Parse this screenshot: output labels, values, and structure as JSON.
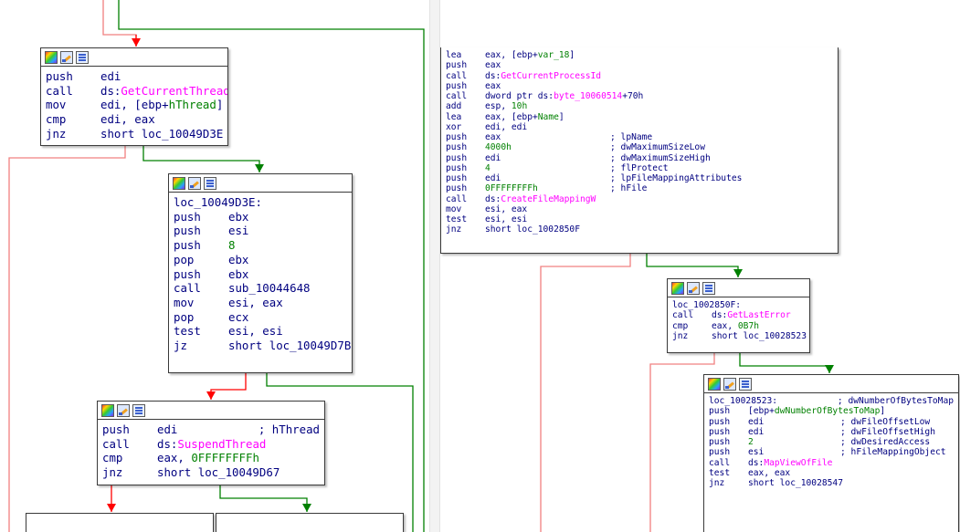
{
  "colors": {
    "edge_true": "#008000",
    "edge_false": "#ff0000",
    "edge_jump": "#008000",
    "edge_red_light": "#f08080",
    "import_name": "#ff00ff",
    "text": "#000080"
  },
  "header_icons": [
    "color-palette-icon",
    "edit-node-icon",
    "graph-overview-icon"
  ],
  "left_pane": {
    "blocks": [
      {
        "id": "blk_get_current_thread",
        "rows": [
          {
            "mn": "push",
            "op": [
              {
                "t": "edi"
              }
            ]
          },
          {
            "mn": "call",
            "op": [
              {
                "t": "ds:"
              },
              {
                "t": "GetCurrentThread",
                "c": "imp"
              }
            ]
          },
          {
            "mn": "mov",
            "op": [
              {
                "t": "edi, [ebp+"
              },
              {
                "t": "hThread",
                "c": "var"
              },
              {
                "t": "]"
              }
            ]
          },
          {
            "mn": "cmp",
            "op": [
              {
                "t": "edi, eax"
              }
            ]
          },
          {
            "mn": "jnz",
            "op": [
              {
                "t": "short loc_10049D3E"
              }
            ]
          }
        ]
      },
      {
        "id": "blk_loc_10049D3E",
        "label": "loc_10049D3E:",
        "rows": [
          {
            "mn": "push",
            "op": [
              {
                "t": "ebx"
              }
            ]
          },
          {
            "mn": "push",
            "op": [
              {
                "t": "esi"
              }
            ]
          },
          {
            "mn": "push",
            "op": [
              {
                "t": "8",
                "c": "num"
              }
            ]
          },
          {
            "mn": "pop",
            "op": [
              {
                "t": "ebx"
              }
            ]
          },
          {
            "mn": "push",
            "op": [
              {
                "t": "ebx"
              }
            ]
          },
          {
            "mn": "call",
            "op": [
              {
                "t": "sub_10044648"
              }
            ]
          },
          {
            "mn": "mov",
            "op": [
              {
                "t": "esi, eax"
              }
            ]
          },
          {
            "mn": "pop",
            "op": [
              {
                "t": "ecx"
              }
            ]
          },
          {
            "mn": "test",
            "op": [
              {
                "t": "esi, esi"
              }
            ]
          },
          {
            "mn": "jz",
            "op": [
              {
                "t": "short loc_10049D7B"
              }
            ]
          }
        ]
      },
      {
        "id": "blk_suspend_thread",
        "rows": [
          {
            "mn": "push",
            "op": [
              {
                "t": "edi"
              }
            ],
            "cm": "; hThread"
          },
          {
            "mn": "call",
            "op": [
              {
                "t": "ds:"
              },
              {
                "t": "SuspendThread",
                "c": "imp"
              }
            ]
          },
          {
            "mn": "cmp",
            "op": [
              {
                "t": "eax, "
              },
              {
                "t": "0FFFFFFFFh",
                "c": "num"
              }
            ]
          },
          {
            "mn": "jnz",
            "op": [
              {
                "t": "short loc_10049D67"
              }
            ]
          }
        ]
      }
    ]
  },
  "right_pane": {
    "blocks": [
      {
        "id": "blk_create_file_mapping",
        "rows": [
          {
            "mn": "lea",
            "op": [
              {
                "t": "eax, [ebp+"
              },
              {
                "t": "var_18",
                "c": "var"
              },
              {
                "t": "]"
              }
            ]
          },
          {
            "mn": "push",
            "op": [
              {
                "t": "eax"
              }
            ]
          },
          {
            "mn": "call",
            "op": [
              {
                "t": "ds:"
              },
              {
                "t": "GetCurrentProcessId",
                "c": "imp"
              }
            ]
          },
          {
            "mn": "push",
            "op": [
              {
                "t": "eax"
              }
            ]
          },
          {
            "mn": "call",
            "op": [
              {
                "t": "dword ptr ds:"
              },
              {
                "t": "byte_10060514",
                "c": "imp"
              },
              {
                "t": "+70h"
              }
            ]
          },
          {
            "mn": "add",
            "op": [
              {
                "t": "esp, "
              },
              {
                "t": "10h",
                "c": "num"
              }
            ]
          },
          {
            "mn": "lea",
            "op": [
              {
                "t": "eax, [ebp+"
              },
              {
                "t": "Name",
                "c": "var"
              },
              {
                "t": "]"
              }
            ]
          },
          {
            "mn": "xor",
            "op": [
              {
                "t": "edi, edi"
              }
            ]
          },
          {
            "mn": "push",
            "op": [
              {
                "t": "eax"
              }
            ],
            "cm": "; lpName"
          },
          {
            "mn": "push",
            "op": [
              {
                "t": "4000h",
                "c": "num"
              }
            ],
            "cm": "; dwMaximumSizeLow"
          },
          {
            "mn": "push",
            "op": [
              {
                "t": "edi"
              }
            ],
            "cm": "; dwMaximumSizeHigh"
          },
          {
            "mn": "push",
            "op": [
              {
                "t": "4",
                "c": "num"
              }
            ],
            "cm": "; flProtect"
          },
          {
            "mn": "push",
            "op": [
              {
                "t": "edi"
              }
            ],
            "cm": "; lpFileMappingAttributes"
          },
          {
            "mn": "push",
            "op": [
              {
                "t": "0FFFFFFFFh",
                "c": "num"
              }
            ],
            "cm": "; hFile"
          },
          {
            "mn": "call",
            "op": [
              {
                "t": "ds:"
              },
              {
                "t": "CreateFileMappingW",
                "c": "imp"
              }
            ]
          },
          {
            "mn": "mov",
            "op": [
              {
                "t": "esi, eax"
              }
            ]
          },
          {
            "mn": "test",
            "op": [
              {
                "t": "esi, esi"
              }
            ]
          },
          {
            "mn": "jnz",
            "op": [
              {
                "t": "short loc_1002850F"
              }
            ]
          }
        ]
      },
      {
        "id": "blk_loc_1002850F",
        "label": "loc_1002850F:",
        "rows": [
          {
            "mn": "call",
            "op": [
              {
                "t": "ds:"
              },
              {
                "t": "GetLastError",
                "c": "imp"
              }
            ]
          },
          {
            "mn": "cmp",
            "op": [
              {
                "t": "eax, "
              },
              {
                "t": "0B7h",
                "c": "num"
              }
            ]
          },
          {
            "mn": "jnz",
            "op": [
              {
                "t": "short loc_10028523"
              }
            ]
          }
        ]
      },
      {
        "id": "blk_loc_10028523",
        "label": "loc_10028523:",
        "label_cm": "; dwNumberOfBytesToMap",
        "rows": [
          {
            "mn": "push",
            "op": [
              {
                "t": "[ebp+"
              },
              {
                "t": "dwNumberOfBytesToMap",
                "c": "var"
              },
              {
                "t": "]"
              }
            ]
          },
          {
            "mn": "push",
            "op": [
              {
                "t": "edi"
              }
            ],
            "cm": "; dwFileOffsetLow"
          },
          {
            "mn": "push",
            "op": [
              {
                "t": "edi"
              }
            ],
            "cm": "; dwFileOffsetHigh"
          },
          {
            "mn": "push",
            "op": [
              {
                "t": "2",
                "c": "num"
              }
            ],
            "cm": "; dwDesiredAccess"
          },
          {
            "mn": "push",
            "op": [
              {
                "t": "esi"
              }
            ],
            "cm": "; hFileMappingObject"
          },
          {
            "mn": "call",
            "op": [
              {
                "t": "ds:"
              },
              {
                "t": "MapViewOfFile",
                "c": "imp"
              }
            ]
          },
          {
            "mn": "test",
            "op": [
              {
                "t": "eax, eax"
              }
            ]
          },
          {
            "mn": "jnz",
            "op": [
              {
                "t": "short loc_10028547"
              }
            ]
          }
        ]
      }
    ]
  }
}
